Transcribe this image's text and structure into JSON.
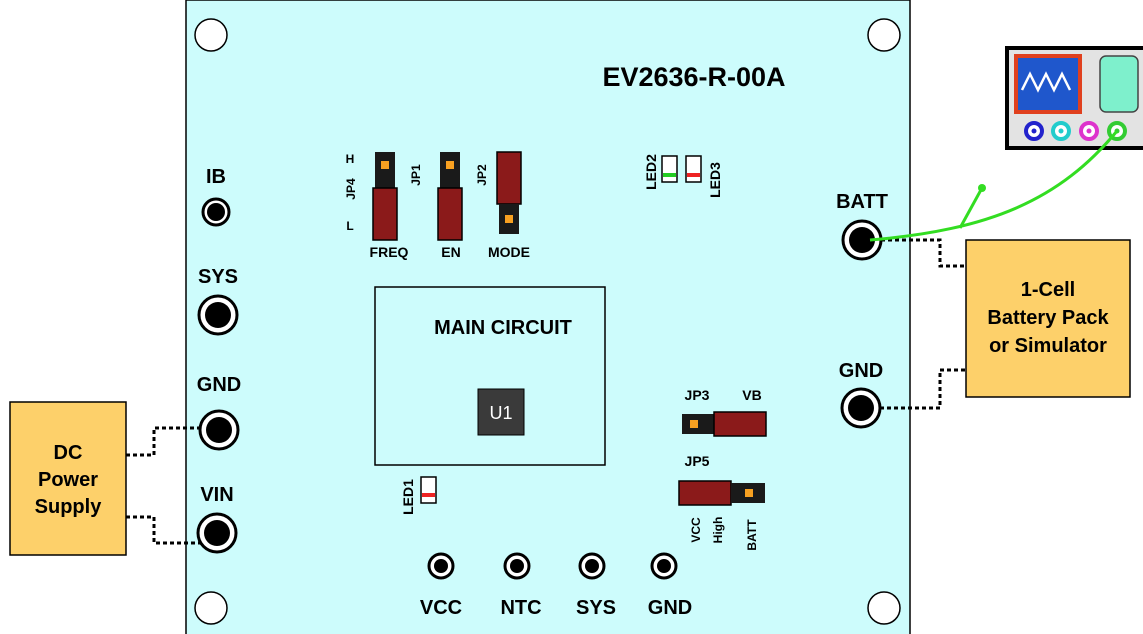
{
  "board": {
    "title": "EV2636-R-00A",
    "main_circuit": "MAIN CIRCUIT",
    "ic_label": "U1"
  },
  "test_points_left": {
    "ib": "IB",
    "sys": "SYS",
    "gnd": "GND",
    "vin": "VIN"
  },
  "test_points_right": {
    "batt": "BATT",
    "gnd": "GND"
  },
  "test_points_bottom": {
    "vcc": "VCC",
    "ntc": "NTC",
    "sys": "SYS",
    "gnd": "GND"
  },
  "jumpers": {
    "jp4": "JP4",
    "jp4_high": "H",
    "jp4_low": "L",
    "jp4_func": "FREQ",
    "jp1": "JP1",
    "jp1_func": "EN",
    "jp2": "JP2",
    "jp2_func": "MODE",
    "jp3": "JP3",
    "jp3_func": "VB",
    "jp5": "JP5",
    "jp5_vcc": "VCC",
    "jp5_high": "High",
    "jp5_batt": "BATT"
  },
  "leds": {
    "led1": "LED1",
    "led2": "LED2",
    "led3": "LED3"
  },
  "external": {
    "dc_supply_line1": "DC",
    "dc_supply_line2": "Power",
    "dc_supply_line3": "Supply",
    "battery_line1": "1-Cell",
    "battery_line2": "Battery Pack",
    "battery_line3": "or Simulator"
  },
  "colors": {
    "board": "#cdfcfc",
    "box": "#fdd06a",
    "jumper": "#8b1a1a",
    "probe_wire": "#33dd22",
    "scope_frame": "#e3e3e3",
    "scope_screen": "#1f57cc",
    "scope_screen_border": "#e0401e",
    "scope_panel": "#7ef0cc"
  }
}
